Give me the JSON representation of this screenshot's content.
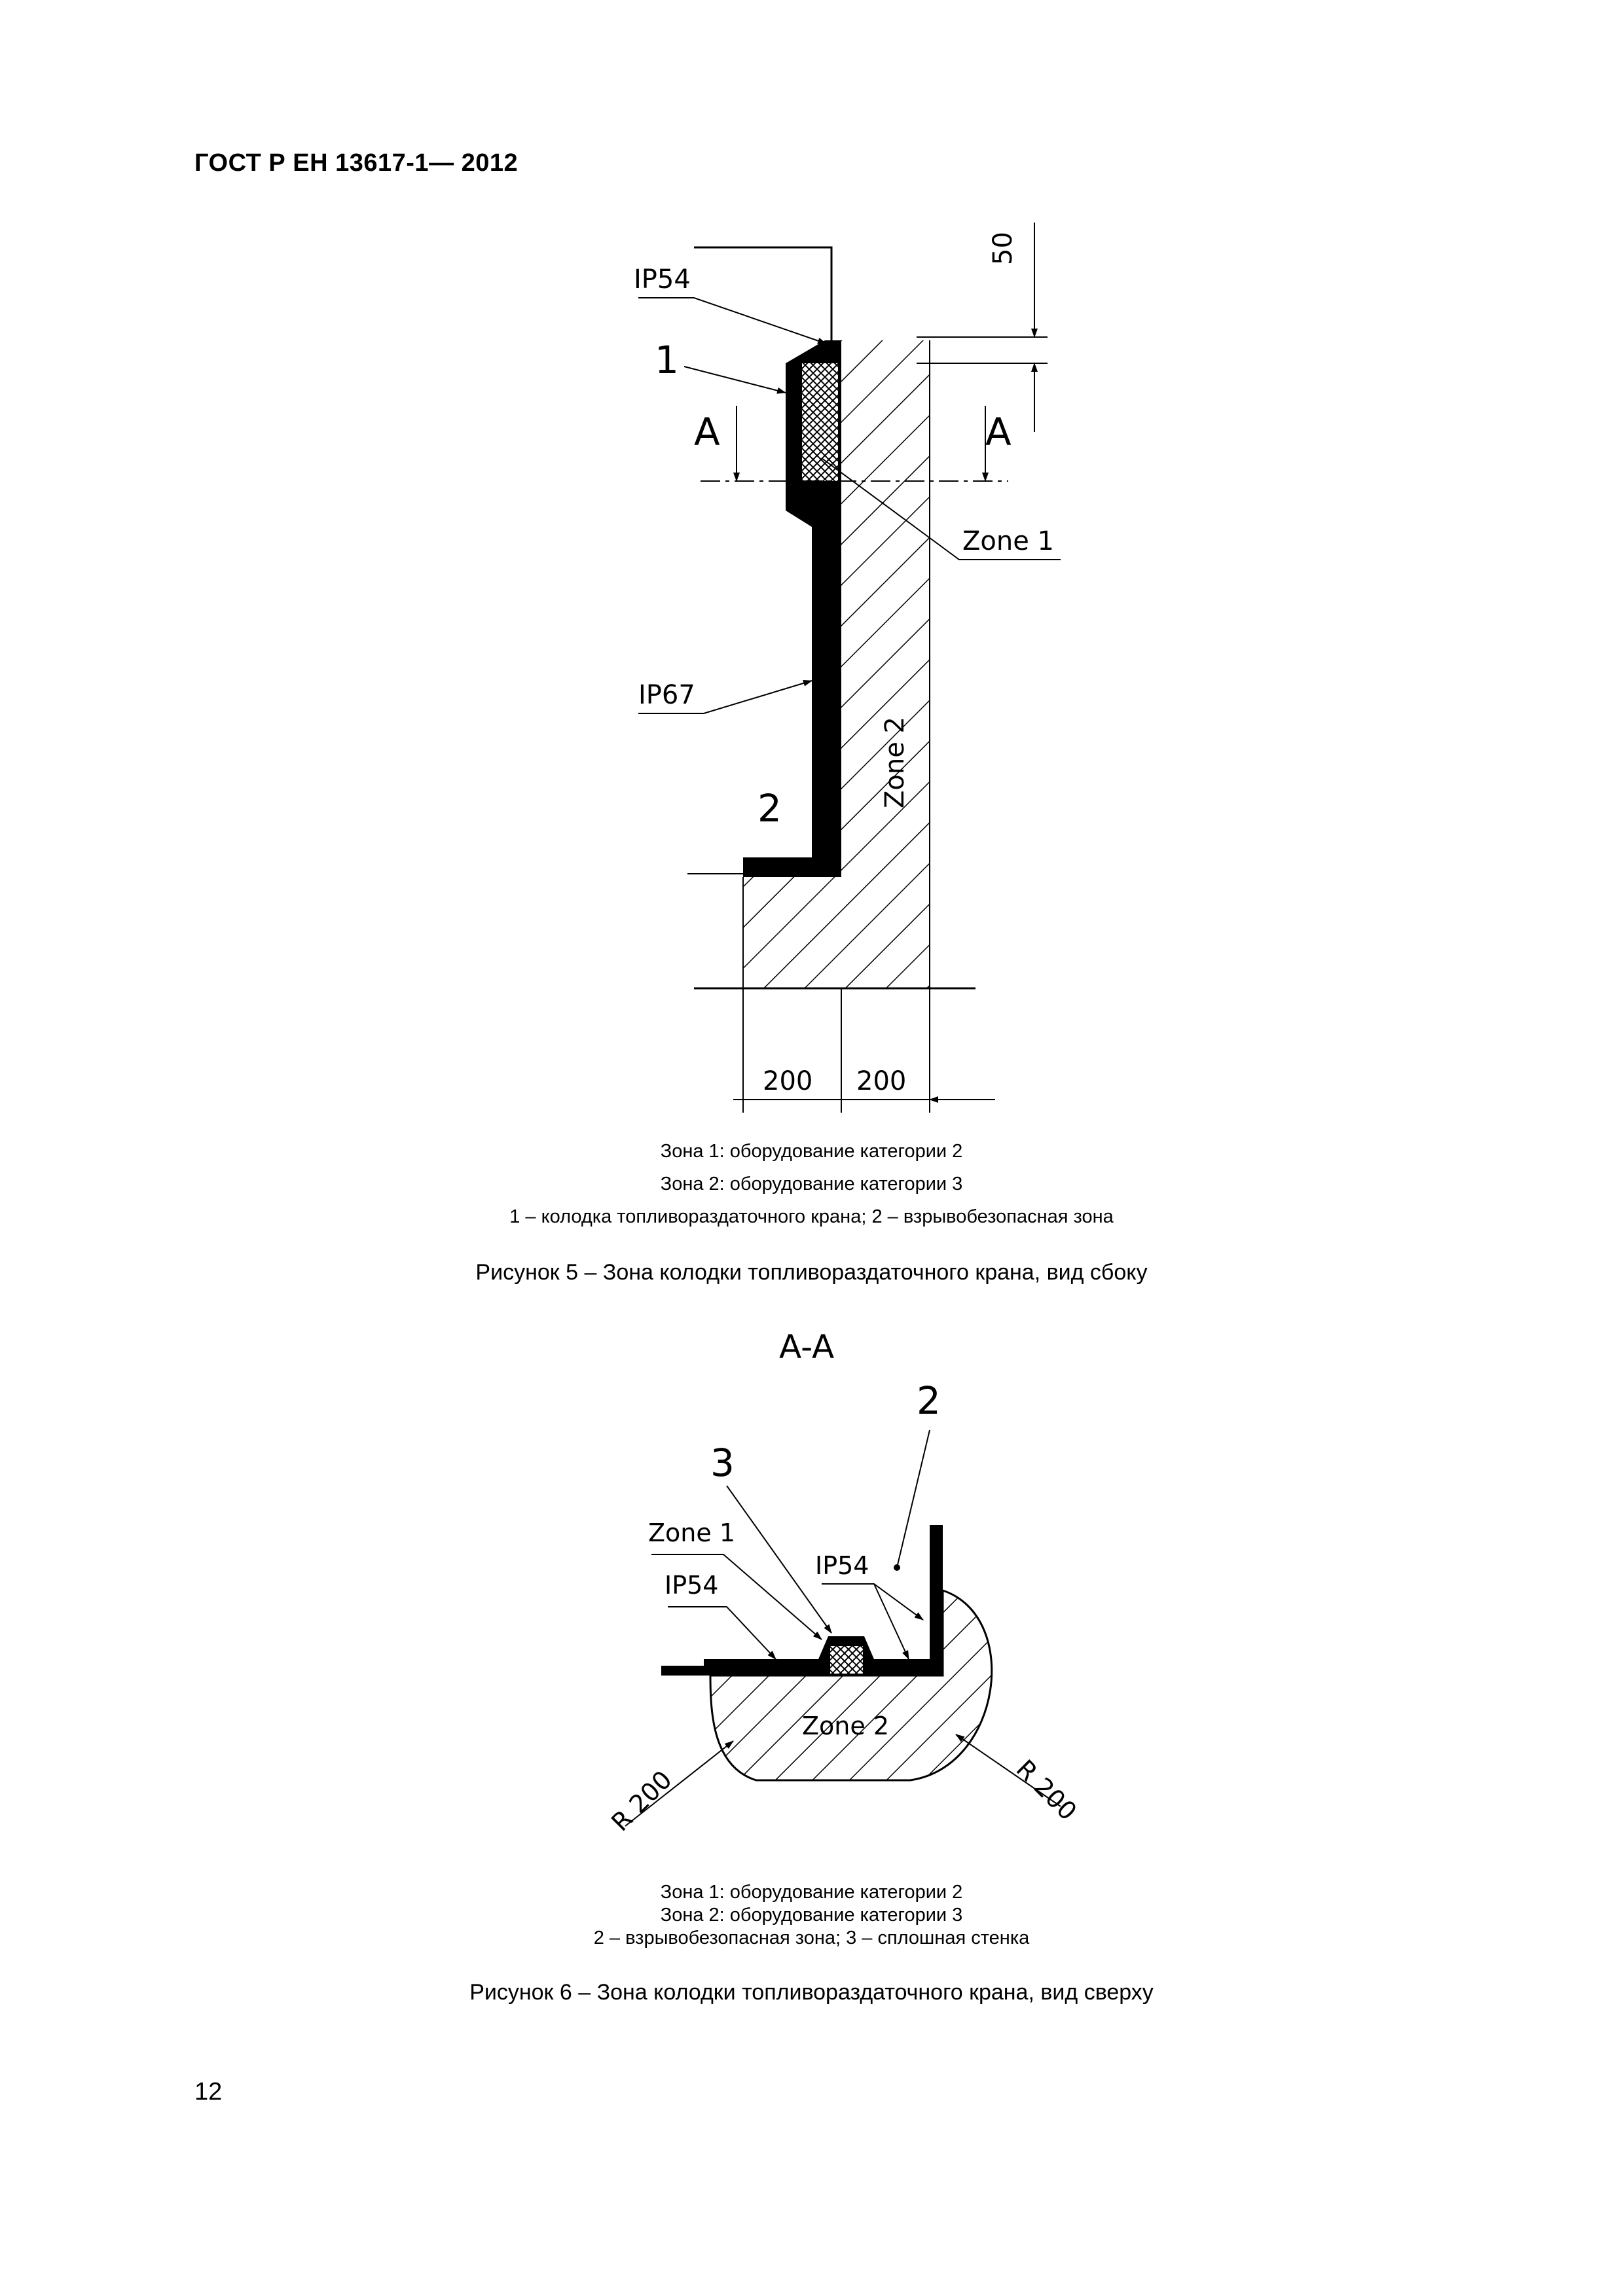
{
  "header": {
    "standard": "ГОСТ Р ЕН  13617-1— 2012"
  },
  "figure5": {
    "labels": {
      "ip54": "IP54",
      "item1": "1",
      "section_left": "A",
      "section_right": "A",
      "zone1": "Zone 1",
      "ip67": "IP67",
      "zone2": "Zone 2",
      "item2": "2",
      "dim_top": "50",
      "dim_left": "200",
      "dim_right": "200"
    },
    "caption_lines": [
      "Зона 1: оборудование категории 2",
      "Зона 2: оборудование категории 3",
      "1 – колодка топливораздаточного крана; 2 – взрывобезопасная зона"
    ],
    "title": "Рисунок 5 – Зона колодки топливораздаточного крана, вид сбоку"
  },
  "figure6": {
    "labels": {
      "section": "A-A",
      "item2": "2",
      "item3": "3",
      "zone1": "Zone 1",
      "ip54_left": "IP54",
      "ip54_right": "IP54",
      "zone2": "Zone 2",
      "radius_left": "R 200",
      "radius_right": "R 200"
    },
    "caption_lines": [
      "Зона 1: оборудование категории 2",
      "Зона 2: оборудование категории 3",
      "2 – взрывобезопасная зона; 3 – сплошная стенка"
    ],
    "title": "Рисунок 6 – Зона колодки топливораздаточного крана, вид сверху"
  },
  "page_number": "12"
}
